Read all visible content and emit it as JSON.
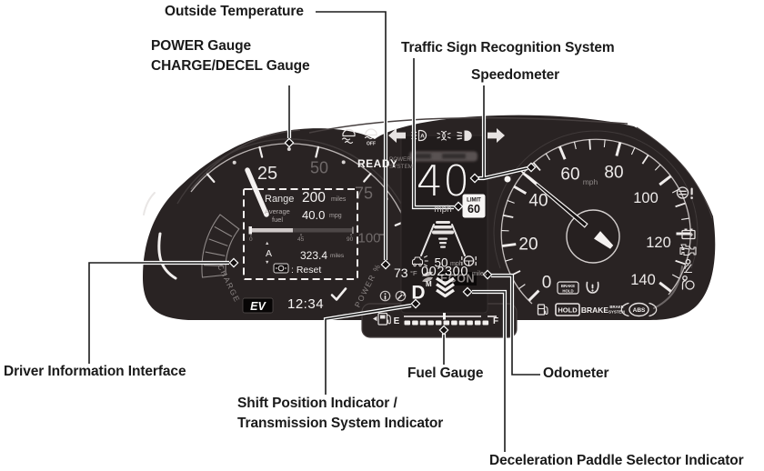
{
  "callouts": {
    "outside_temperature": "Outside Temperature",
    "power_gauge": "POWER Gauge",
    "charge_decel_gauge": "CHARGE/DECEL Gauge",
    "traffic_sign": "Traffic Sign Recognition System",
    "speedometer": "Speedometer",
    "driver_info": "Driver Information Interface",
    "shift_position_line1": "Shift Position Indicator /",
    "shift_position_line2": "Transmission System Indicator",
    "fuel_gauge": "Fuel Gauge",
    "odometer": "Odometer",
    "decel_paddle": "Deceleration Paddle Selector Indicator"
  },
  "cluster": {
    "status": {
      "ready": "READY",
      "power_system_line1": "POWER",
      "power_system_line2": "SYSTEM",
      "ev_badge": "EV",
      "clock": "12:34"
    },
    "power_gauge": {
      "n25": "25",
      "n50": "50",
      "n75": "75",
      "n100": "100",
      "charge_label": "CHARGE",
      "power_label": "POWER %"
    },
    "info_box": {
      "range_label": "Range",
      "range_value": "200",
      "range_unit": "miles",
      "avg_label_line1": "Average",
      "avg_label_line2": "fuel",
      "avg_value": "40.0",
      "avg_unit": "mpg",
      "scale_0": "0",
      "scale_45": "45",
      "scale_90": "90",
      "trip_up": "▲",
      "trip_mode": "A",
      "trip_down": "▼",
      "trip_value": "323.4",
      "trip_unit": "miles",
      "reset_label": ": Reset"
    },
    "center_display": {
      "speed_value": "40",
      "speed_unit": "mph",
      "limit_label": "LIMIT",
      "limit_value": "60",
      "acc_set_speed": "50",
      "acc_unit": "mph",
      "econ": "ECON",
      "outside_temp": "73",
      "temp_unit": "°F",
      "odometer": "002300",
      "odometer_unit": "miles",
      "shift": "D",
      "shift_modifier": "M"
    },
    "speedometer_dial": {
      "numbers": [
        "0",
        "20",
        "40",
        "60",
        "80",
        "100",
        "120",
        "140"
      ],
      "unit": "mph",
      "indicated_speed_mph": 40
    },
    "fuel": {
      "empty": "E",
      "full": "F",
      "level_segments": 11
    },
    "indicators": {
      "hold": "HOLD",
      "brake": "BRAKE",
      "brake_sys_1": "BRAKE",
      "brake_sys_2": "SYSTEM",
      "abs": "ABS",
      "bh_1": "BRAKE",
      "bh_2": "HOLD",
      "vsa_off": "OFF",
      "auto_high_beam": "A"
    }
  },
  "colors": {
    "cluster_body": "#292323",
    "display_text": "#f2efee",
    "dim_text": "#8d8786",
    "callout_text": "#1a1a1a"
  }
}
